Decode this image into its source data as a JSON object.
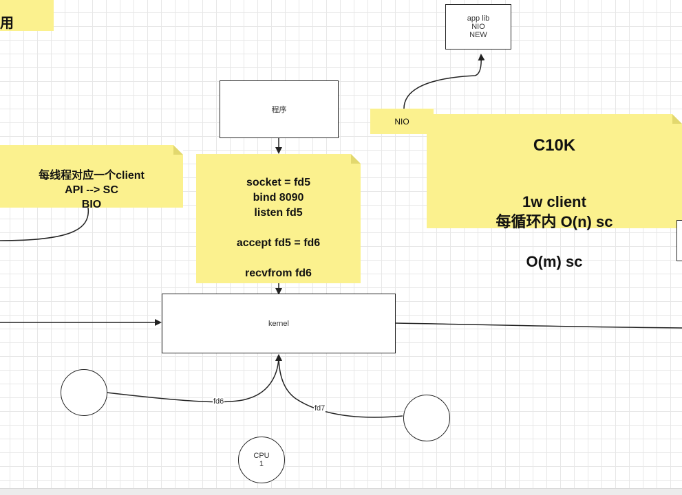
{
  "colors": {
    "note_fill": "#fbf18e",
    "stroke": "#222222",
    "grid": "#e7e7e7"
  },
  "notes": {
    "top_left_fragment": "用",
    "bio_note": "每线程对应一个client\nAPI  -->  SC\nBIO",
    "syscalls_note": "socket  =  fd5\nbind  8090\nlisten fd5\n\naccept  fd5  = fd6\n\nrecvfrom  fd6",
    "nio_tag": "NIO",
    "c10k_title": "C10K",
    "c10k_body": "1w client\n每循环内 O(n)  sc\n\nO(m)  sc"
  },
  "boxes": {
    "app_lib": "app  lib\nNIO\nNEW",
    "program": "程序",
    "kernel": "kernel"
  },
  "circles": {
    "cpu": "CPU\n1"
  },
  "edge_labels": {
    "fd6": "fd6",
    "fd7": "fd7"
  }
}
